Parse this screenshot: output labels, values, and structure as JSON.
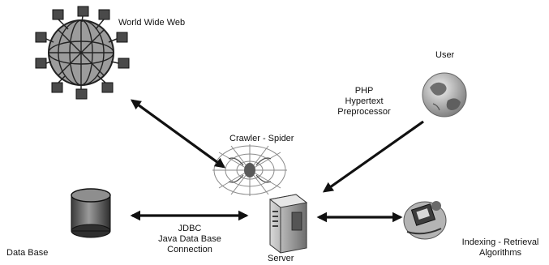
{
  "nodes": {
    "www": {
      "label": "World Wide Web",
      "icon": "web-globe-icon"
    },
    "user": {
      "label": "User",
      "icon": "user-globe-icon"
    },
    "crawler": {
      "label": "Crawler - Spider",
      "icon": "spider-web-icon"
    },
    "server": {
      "label": "Server",
      "icon": "server-tower-icon"
    },
    "database": {
      "label": "Data Base",
      "icon": "database-cylinder-icon"
    },
    "indexing": {
      "label_line1": "Indexing - Retrieval",
      "label_line2": "Algorithms",
      "icon": "algorithms-clipart-icon"
    }
  },
  "connections": {
    "php": {
      "line1": "PHP",
      "line2": "Hypertext",
      "line3": "Preprocessor"
    },
    "jdbc": {
      "line1": "JDBC",
      "line2": "Java Data Base",
      "line3": "Connection"
    }
  },
  "colors": {
    "ink": "#111111",
    "gray": "#8a8a8a",
    "dark": "#2b2b2b"
  }
}
